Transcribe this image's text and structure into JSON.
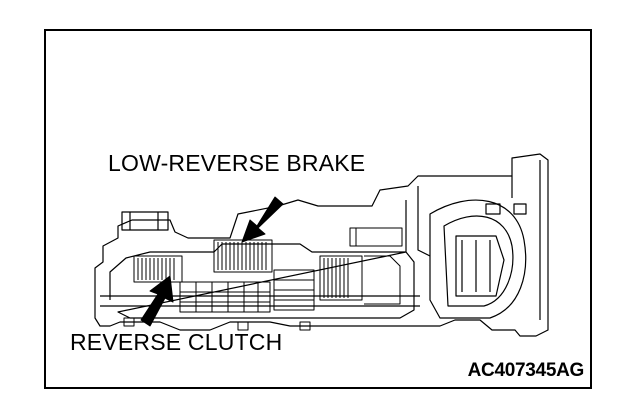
{
  "labels": {
    "low_reverse_brake": "LOW-REVERSE BRAKE",
    "reverse_clutch": "REVERSE CLUTCH"
  },
  "figure_id": "AC407345AG"
}
